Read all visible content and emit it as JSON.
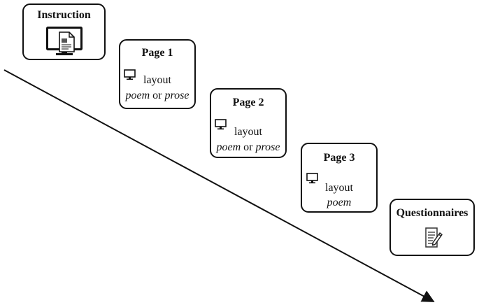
{
  "diagram": {
    "arrow_color": "#111111",
    "boxes": {
      "instruction": {
        "title": "Instruction",
        "icon": "monitor-document-icon"
      },
      "page1": {
        "title": "Page 1",
        "icon": "monitor-icon",
        "line1": "layout",
        "line2_a": "poem",
        "line2_or": "or",
        "line2_b": "prose"
      },
      "page2": {
        "title": "Page 2",
        "icon": "monitor-icon",
        "line1": "layout",
        "line2_a": "poem",
        "line2_or": "or",
        "line2_b": "prose"
      },
      "page3": {
        "title": "Page 3",
        "icon": "monitor-icon",
        "line1": "layout",
        "line2_a": "poem"
      },
      "questionnaires": {
        "title": "Questionnaires",
        "icon": "document-pencil-icon"
      }
    }
  }
}
